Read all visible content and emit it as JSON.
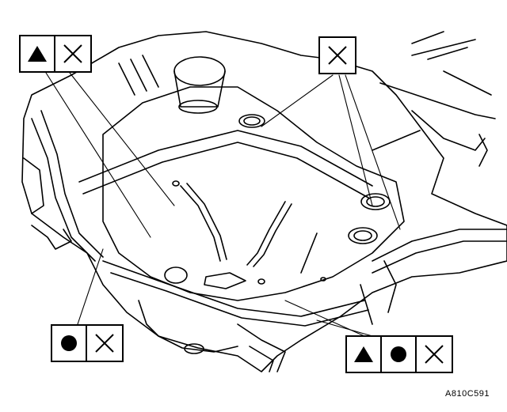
{
  "figure_code": "A810C591",
  "callouts": [
    {
      "id": "top-left",
      "symbols": [
        "triangle",
        "cross"
      ]
    },
    {
      "id": "top-center",
      "symbols": [
        "cross"
      ]
    },
    {
      "id": "bottom-left",
      "symbols": [
        "circle",
        "cross"
      ]
    },
    {
      "id": "bottom-right",
      "symbols": [
        "triangle",
        "circle",
        "cross"
      ]
    }
  ],
  "colors": {
    "ink": "#000000",
    "paper": "#ffffff"
  }
}
